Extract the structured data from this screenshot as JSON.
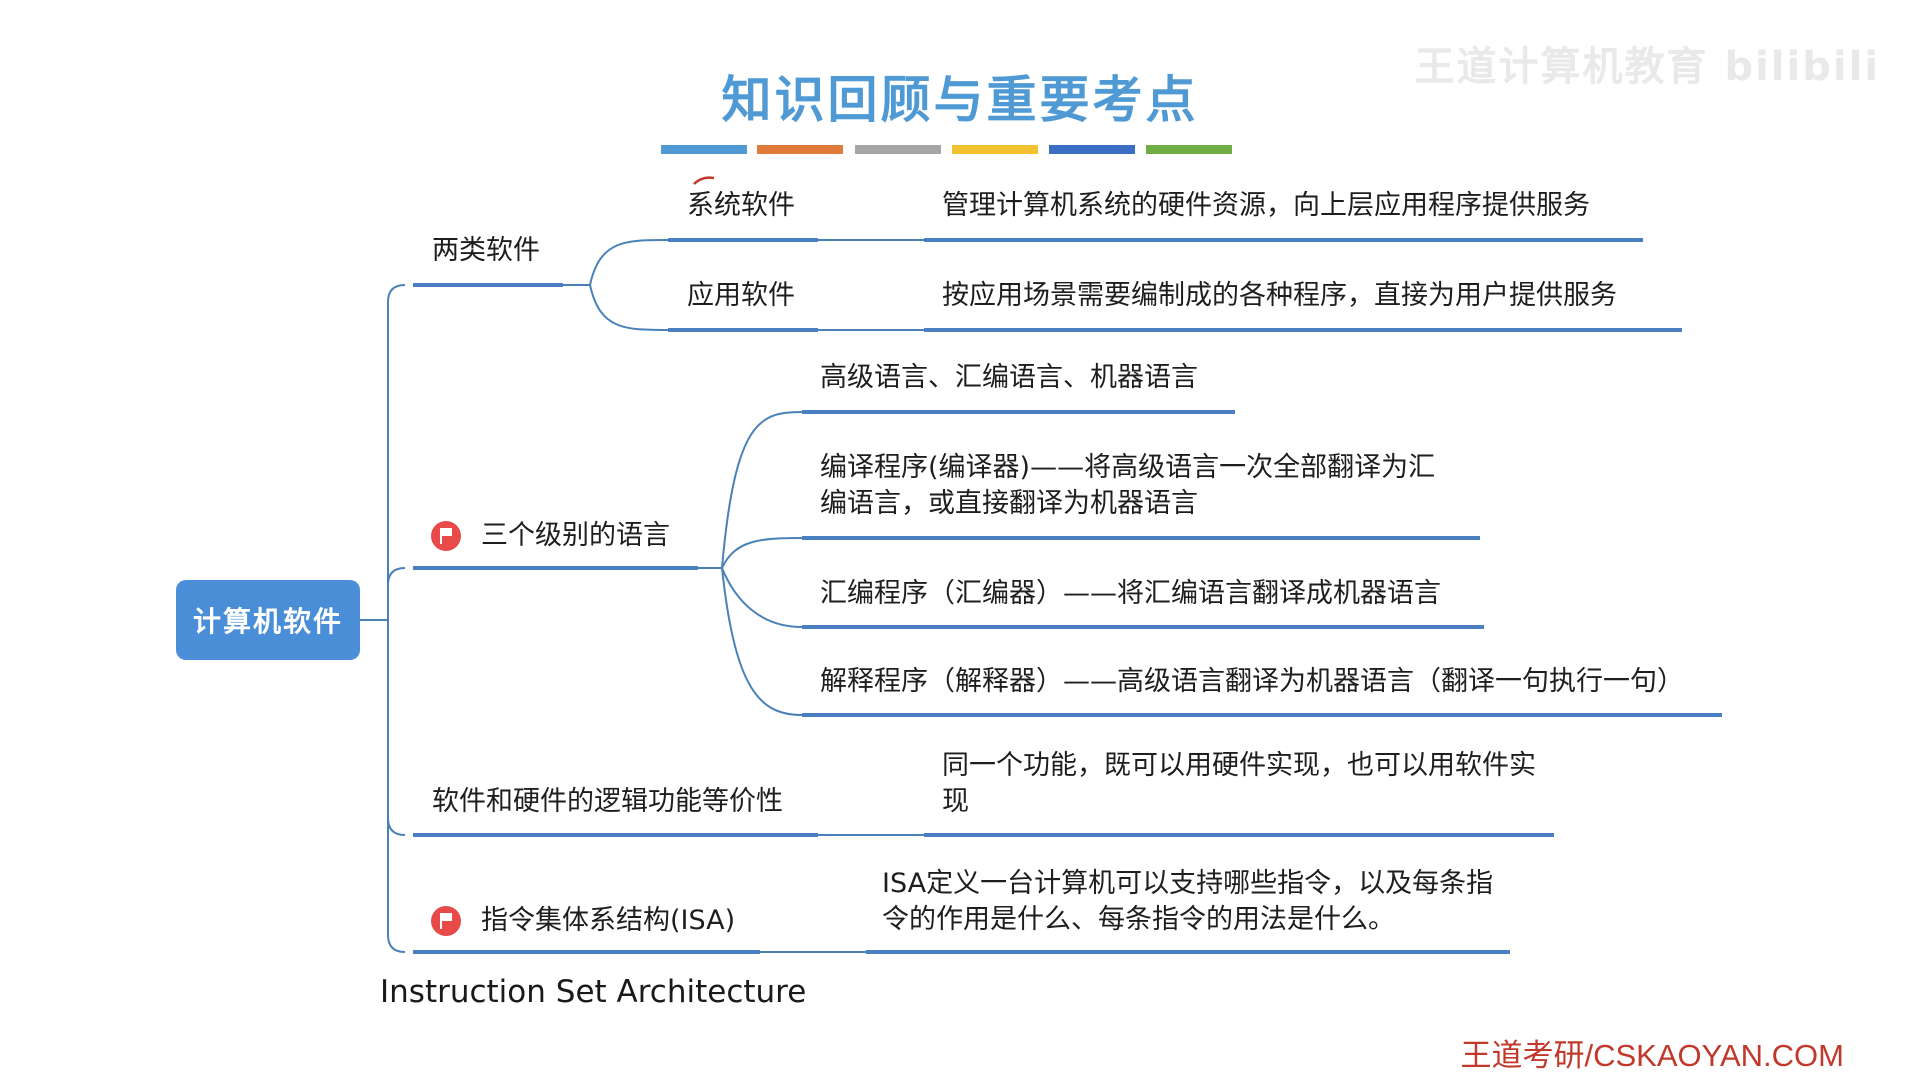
{
  "title": "知识回顾与重要考点",
  "watermark": "王道计算机教育 bilibili",
  "colors": {
    "title": "#4f9ad4",
    "branch": "#4a7fc1",
    "connector": "#4a82b8",
    "root_bg": "#4a8ed8",
    "flag": "#e84a4a",
    "brand": "#c0392b",
    "palette": [
      "#4f9ad4",
      "#e07b3a",
      "#a6a6a6",
      "#f2c230",
      "#3a6fc4",
      "#70ad47"
    ]
  },
  "root": {
    "label": "计算机软件"
  },
  "branches": [
    {
      "label": "两类软件",
      "flag": false,
      "children": [
        {
          "label": "系统软件",
          "desc": "管理计算机系统的硬件资源，向上层应用程序提供服务"
        },
        {
          "label": "应用软件",
          "desc": "按应用场景需要编制成的各种程序，直接为用户提供服务"
        }
      ]
    },
    {
      "label": "三个级别的语言",
      "flag": true,
      "children": [
        {
          "label": "高级语言、汇编语言、机器语言"
        },
        {
          "label": "编译程序(编译器)——将高级语言一次全部翻译为汇编语言，或直接翻译为机器语言"
        },
        {
          "label": "汇编程序（汇编器）——将汇编语言翻译成机器语言"
        },
        {
          "label": "解释程序（解释器）——高级语言翻译为机器语言（翻译一句执行一句）"
        }
      ]
    },
    {
      "label": "软件和硬件的逻辑功能等价性",
      "flag": false,
      "desc": "同一个功能，既可以用硬件实现，也可以用软件实现"
    },
    {
      "label": "指令集体系结构(ISA)",
      "flag": true,
      "desc": "ISA定义一台计算机可以支持哪些指令，以及每条指令的作用是什么、每条指令的用法是什么。"
    }
  ],
  "caption": "Instruction Set Architecture",
  "brand": "王道考研/CSKAOYAN.COM"
}
